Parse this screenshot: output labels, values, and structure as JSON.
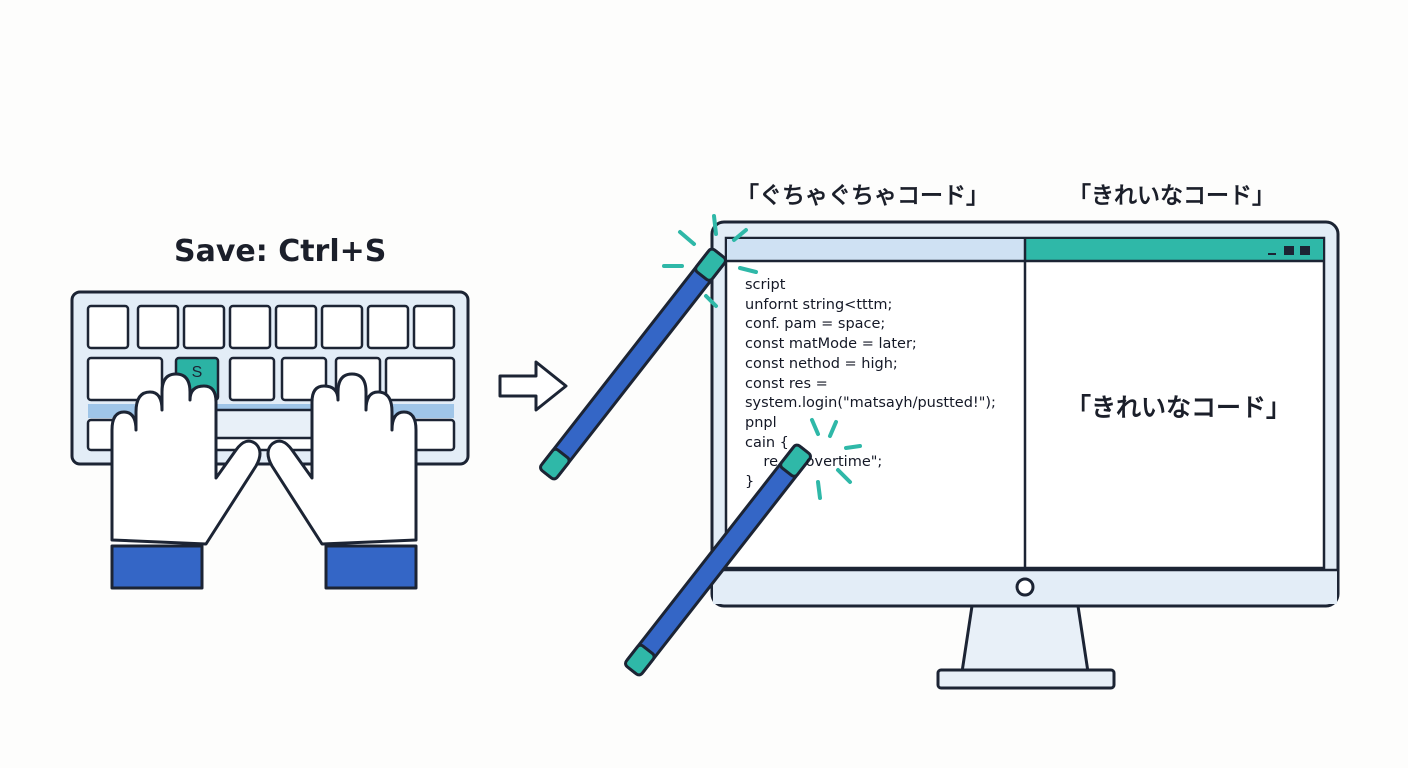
{
  "shortcut_label": "Save: Ctrl+S",
  "key_label": "S",
  "messy_code_label": "「ぐちゃぐちゃコード」",
  "clean_code_label": "「きれいなコード」",
  "clean_pane_text": "「きれいなコード」",
  "code_lines": [
    "script",
    "unfornt string<tttm;",
    "conf. pam = space;",
    "const matMode = later;",
    "const nethod = high;",
    "const res =",
    "system.login(\"matsayh/pustted!\");",
    "pnpl",
    "cain {",
    "    re      overtime\";",
    "}"
  ],
  "colors": {
    "outline": "#1c2434",
    "key_light": "#e8f0f8",
    "key_accent": "#2bb3a4",
    "blue": "#3466c6",
    "teal": "#2fb8a8",
    "light_blue": "#cfe1f3"
  },
  "icons": [
    "keyboard-icon",
    "hand-icon",
    "arrow-right-icon",
    "magic-wand-icon",
    "sparkle-icon",
    "monitor-icon"
  ]
}
